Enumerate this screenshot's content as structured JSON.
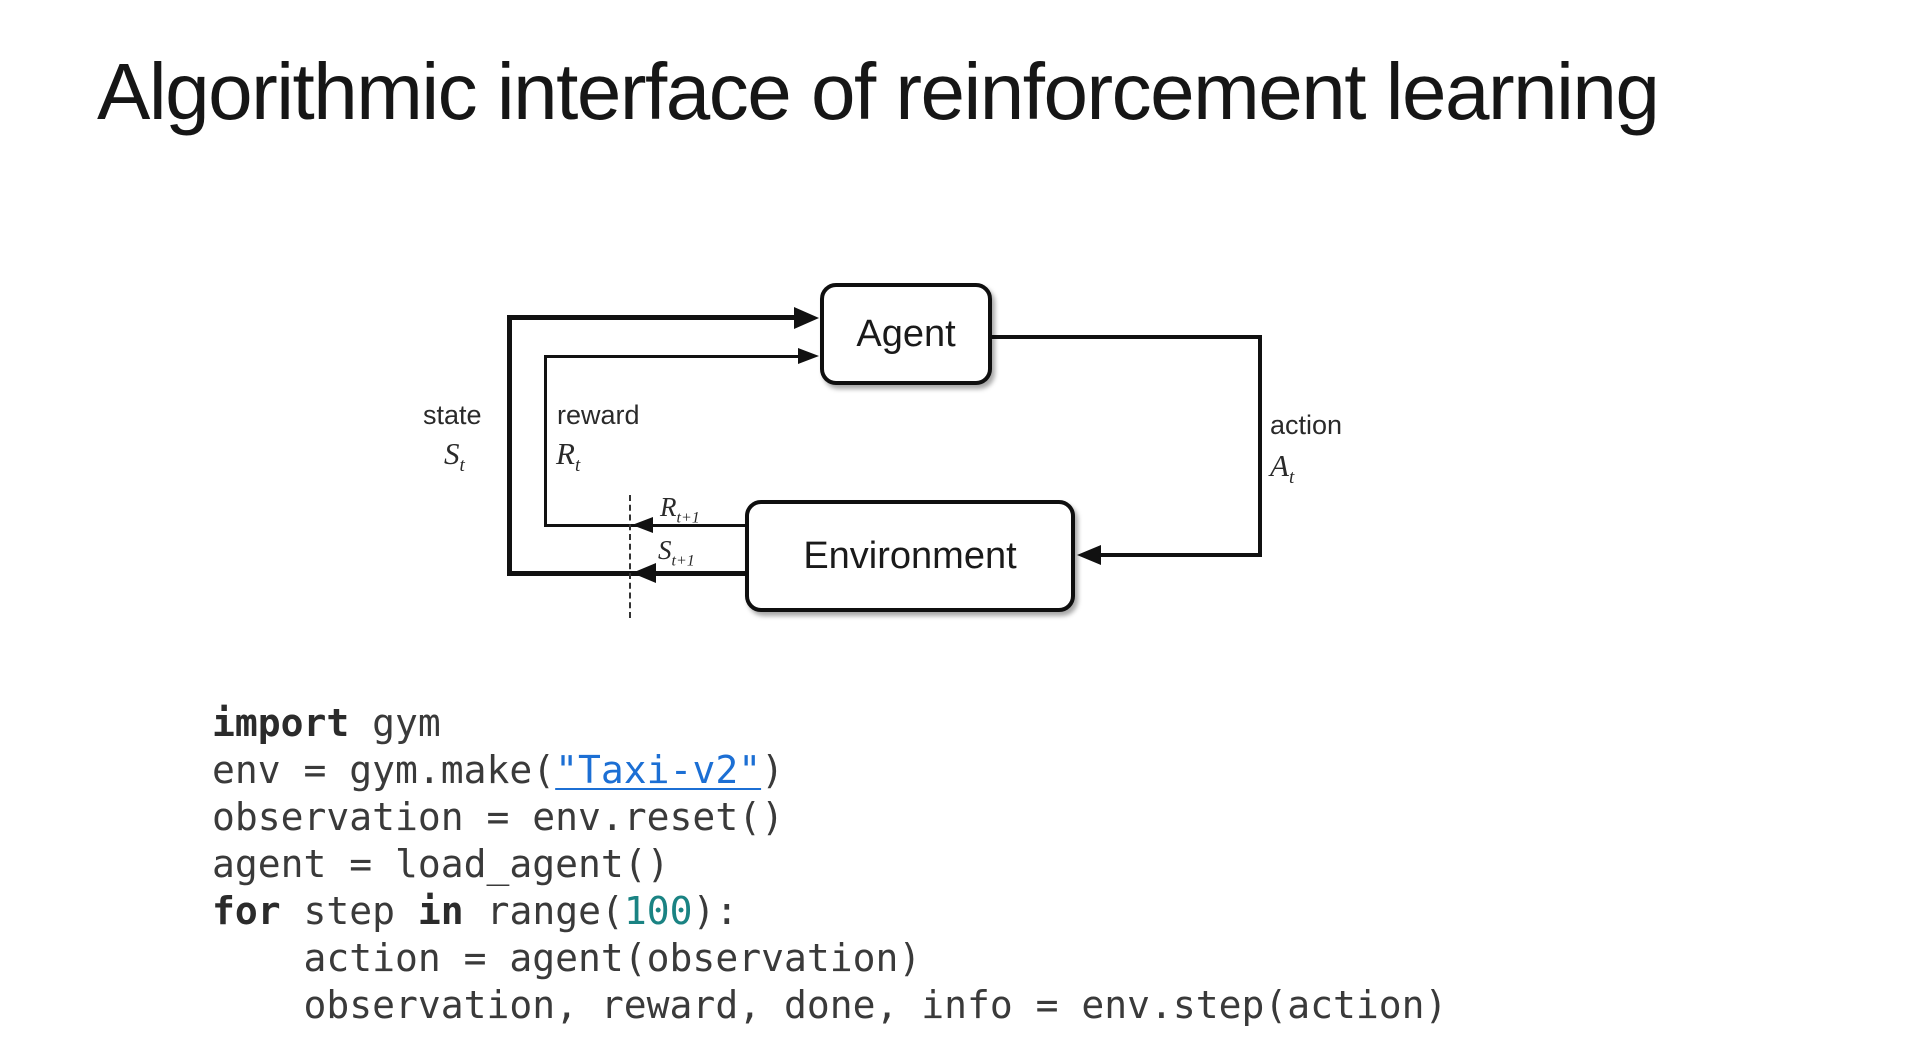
{
  "title": "Algorithmic interface of reinforcement learning",
  "colors": {
    "background": "#ffffff",
    "diagram_ink": "#111111",
    "code_plain": "#3a3a3a",
    "code_keyword": "#2b2b2b",
    "code_number": "#1a8383",
    "code_link": "#1c6fd4"
  },
  "diagram": {
    "agent_label": "Agent",
    "environment_label": "Environment",
    "state_word": "state",
    "state_sym": "S",
    "state_sub": "t",
    "reward_word": "reward",
    "reward_sym": "R",
    "reward_sub": "t",
    "action_word": "action",
    "action_sym": "A",
    "action_sub": "t",
    "reward_next_sym": "R",
    "reward_next_sub": "t+1",
    "state_next_sym": "S",
    "state_next_sub": "t+1"
  },
  "code": {
    "lines": [
      [
        {
          "t": "import",
          "c": "kw"
        },
        {
          "t": " gym",
          "c": "pl"
        }
      ],
      [
        {
          "t": "env = gym.make(",
          "c": "pl"
        },
        {
          "t": "\"Taxi-v2\"",
          "c": "link"
        },
        {
          "t": ")",
          "c": "pl"
        }
      ],
      [
        {
          "t": "observation = env.reset()",
          "c": "pl"
        }
      ],
      [
        {
          "t": "agent = load_agent()",
          "c": "pl"
        }
      ],
      [
        {
          "t": "for",
          "c": "kw"
        },
        {
          "t": " step ",
          "c": "pl"
        },
        {
          "t": "in",
          "c": "kw"
        },
        {
          "t": " range(",
          "c": "pl"
        },
        {
          "t": "100",
          "c": "num"
        },
        {
          "t": "):",
          "c": "pl"
        }
      ],
      [
        {
          "t": "    action = agent(observation)",
          "c": "pl"
        }
      ],
      [
        {
          "t": "    observation, reward, done, info = env.step(action)",
          "c": "pl"
        }
      ]
    ]
  }
}
